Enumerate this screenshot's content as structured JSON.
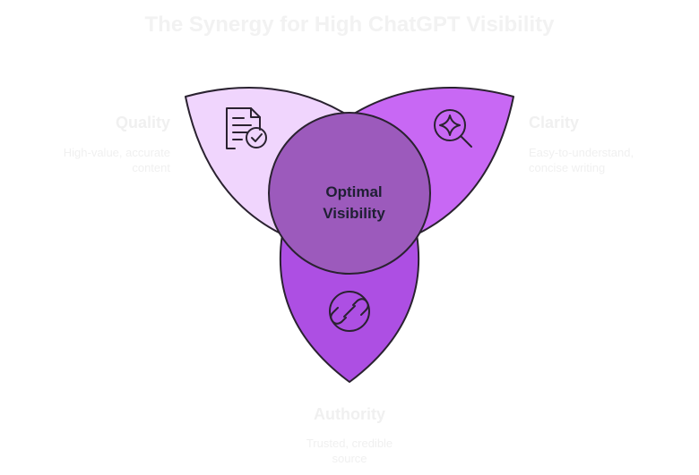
{
  "title": "The Synergy for High ChatGPT Visibility",
  "center": {
    "line1": "Optimal",
    "line2": "Visibility"
  },
  "petals": [
    {
      "label": "Quality",
      "desc_line1": "High-value, accurate",
      "desc_line2": "content",
      "icon": "document-check-icon",
      "color": "#f0d5fd"
    },
    {
      "label": "Clarity",
      "desc_line1": "Easy-to-understand,",
      "desc_line2": "concise writing",
      "icon": "magnifier-sparkle-icon",
      "color": "#c868f4"
    },
    {
      "label": "Authority",
      "desc_line1": "Trusted, credible",
      "desc_line2": "source",
      "icon": "link-icon",
      "color": "#ad4fe3"
    }
  ],
  "center_color": "#9c5abc",
  "stroke_color": "#2a2230"
}
